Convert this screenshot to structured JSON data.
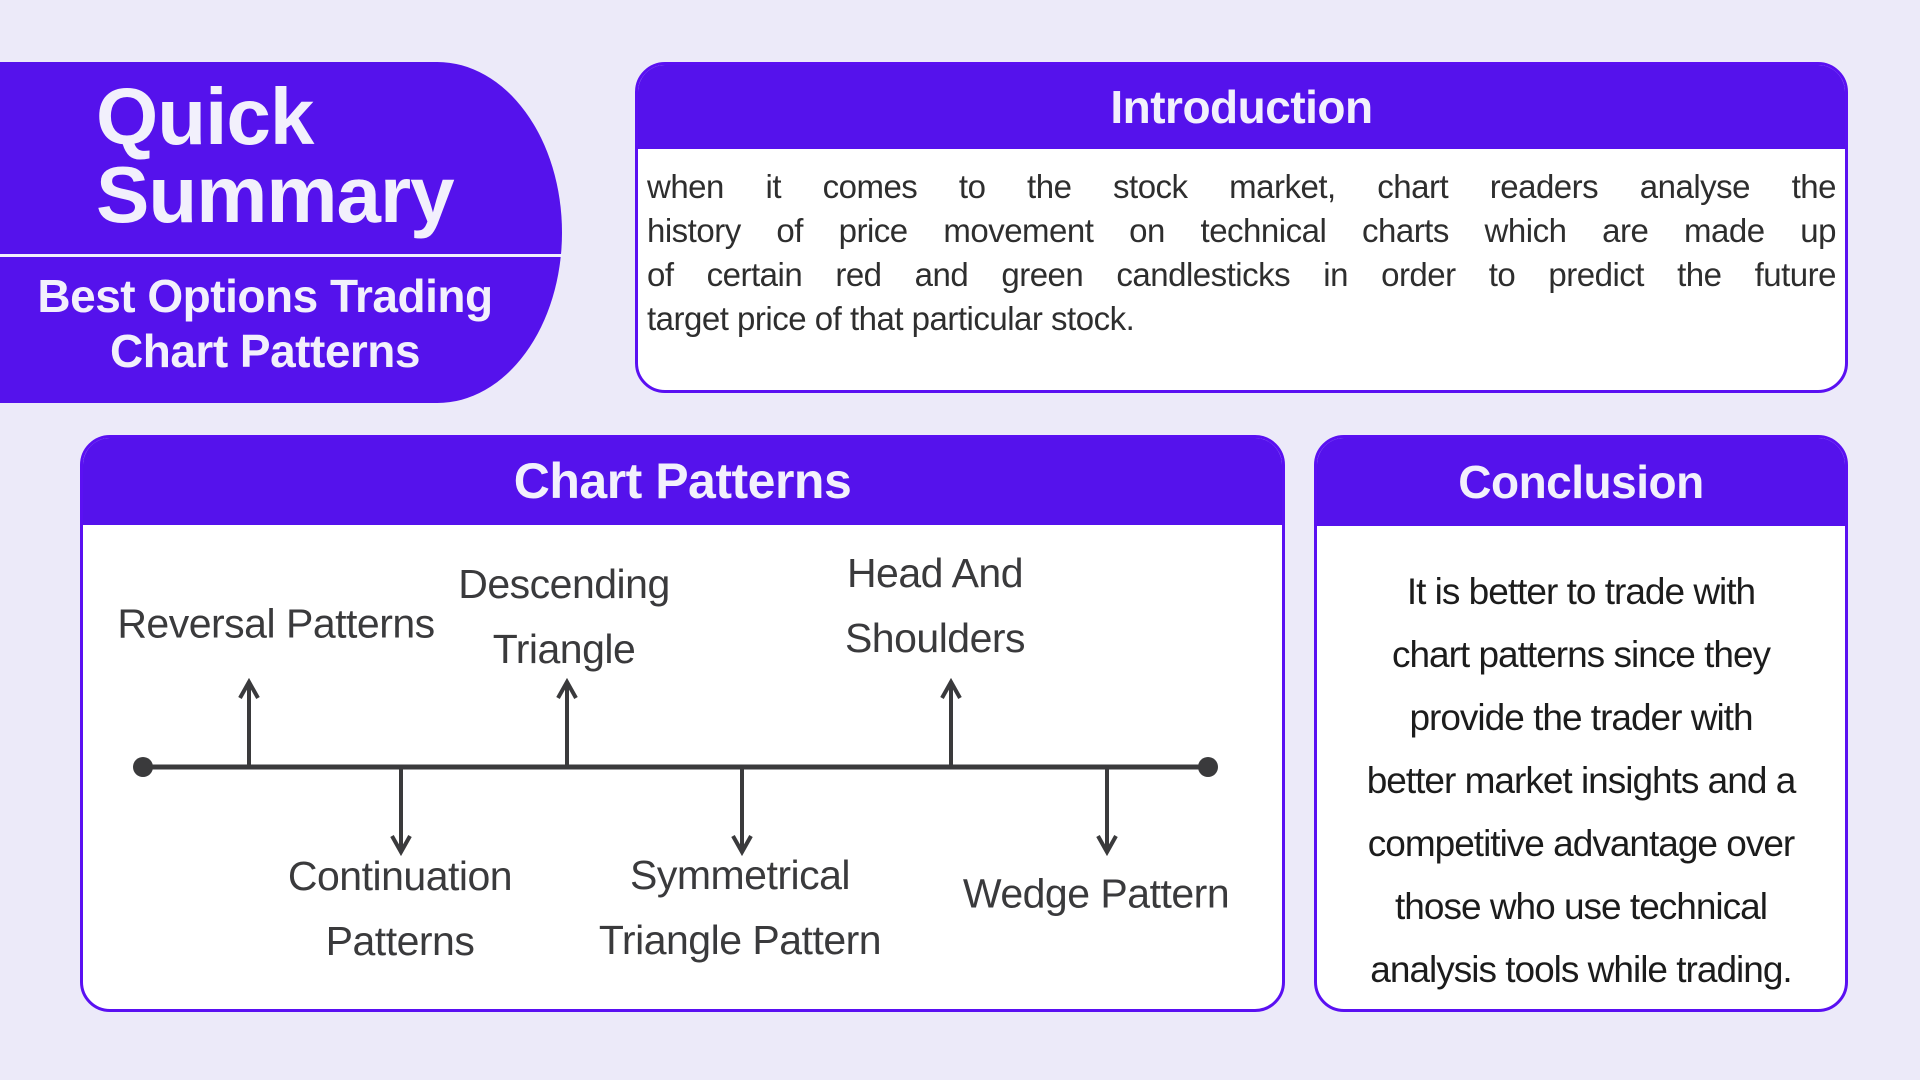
{
  "page": {
    "background_color": "#ECEAF9",
    "accent_color": "#5512EC",
    "card_border_color": "#5A10F2",
    "header_text_color": "#F2F0FC",
    "body_text_color": "#2E2E2E",
    "diagram_ink_color": "#3A3A3C"
  },
  "summary_card": {
    "title_lines": [
      "Quick",
      "Summary"
    ],
    "subtitle_lines": [
      "Best Options Trading",
      "Chart Patterns"
    ]
  },
  "introduction_card": {
    "title": "Introduction",
    "body_lines": [
      "when it comes to the stock market, chart readers analyse the",
      "history of price movement on technical charts which are made up",
      "of certain red and green candlesticks in order to predict the future",
      "target price of that particular stock."
    ]
  },
  "chart_patterns_card": {
    "title": "Chart Patterns",
    "above_line_items": [
      {
        "lines": [
          "Reversal Patterns"
        ]
      },
      {
        "lines": [
          "Descending",
          "Triangle"
        ]
      },
      {
        "lines": [
          "Head And",
          "Shoulders"
        ]
      }
    ],
    "below_line_items": [
      {
        "lines": [
          "Continuation",
          "Patterns"
        ]
      },
      {
        "lines": [
          "Symmetrical",
          "Triangle Pattern"
        ]
      },
      {
        "lines": [
          "Wedge Pattern"
        ]
      }
    ]
  },
  "conclusion_card": {
    "title": "Conclusion",
    "body_lines": [
      "It is better to trade with",
      "chart patterns since they",
      "provide the trader with",
      "better market insights and a",
      "competitive advantage over",
      "those who use technical",
      "analysis tools while trading."
    ]
  }
}
